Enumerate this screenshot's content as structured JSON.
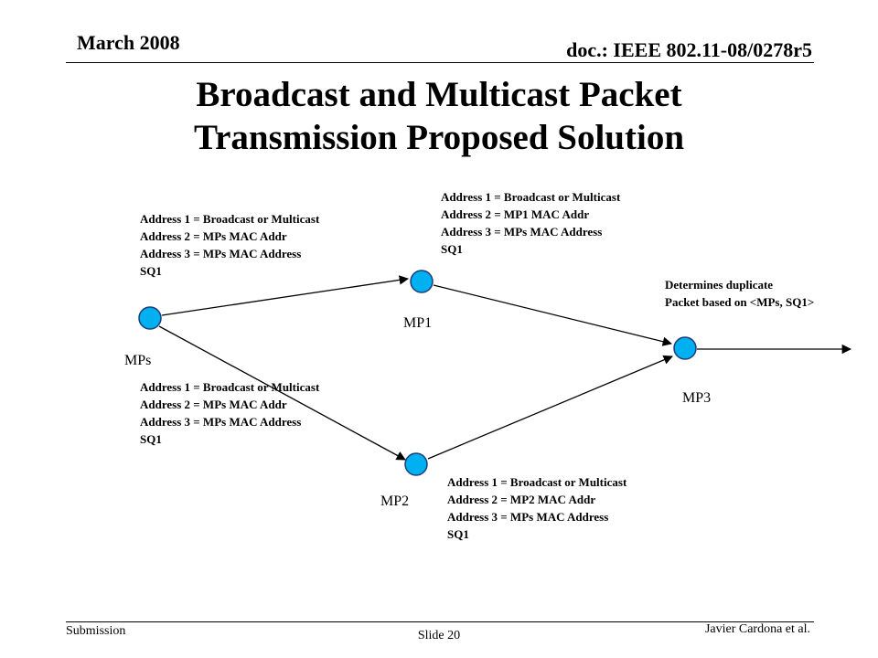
{
  "header": {
    "date": "March 2008",
    "doc_id": "doc.: IEEE 802.11-08/0278r5"
  },
  "title": {
    "line1": "Broadcast and Multicast Packet",
    "line2": "Transmission Proposed Solution"
  },
  "nodes": {
    "mps": "MPs",
    "mp1": "MP1",
    "mp2": "MP2",
    "mp3": "MP3"
  },
  "labels": {
    "mps_to_mp1": [
      "Address 1 = Broadcast or Multicast",
      "Address 2 = MPs MAC Addr",
      "Address 3 = MPs MAC Address",
      "SQ1"
    ],
    "mps_to_mp2": [
      "Address 1 = Broadcast or Multicast",
      "Address 2 = MPs MAC Addr",
      "Address 3 = MPs MAC Address",
      "SQ1"
    ],
    "mp1_to_mp3": [
      "Address 1 = Broadcast or Multicast",
      "Address 2 = MP1 MAC Addr",
      "Address 3 = MPs MAC Address",
      "SQ1"
    ],
    "mp2_to_mp3": [
      "Address 1 = Broadcast or Multicast",
      "Address 2 = MP2 MAC Addr",
      "Address 3 = MPs MAC Address",
      "SQ1"
    ],
    "duplicate_note": [
      "Determines duplicate",
      "Packet based on <MPs, SQ1>"
    ]
  },
  "footer": {
    "submission": "Submission",
    "slide": "Slide 20",
    "author": "Javier Cardona et al."
  },
  "colors": {
    "node_fill": "#00b0f0",
    "node_stroke": "#1f3d7a"
  }
}
